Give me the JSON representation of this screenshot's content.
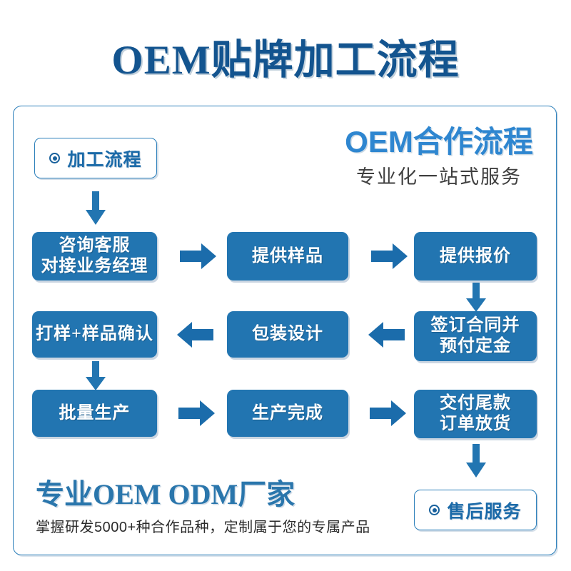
{
  "page": {
    "title": "OEM贴牌加工流程",
    "accent_blue": "#2275b1",
    "title_blue": "#13548f",
    "bright_blue": "#2e86d0"
  },
  "header": {
    "oem_title": "OEM合作流程",
    "oem_subtitle": "专业化一站式服务"
  },
  "pills": {
    "start": {
      "label": "加工流程",
      "icon": "radio-dot-icon"
    },
    "end": {
      "label": "售后服务",
      "icon": "radio-dot-icon"
    }
  },
  "flow": {
    "nodes": [
      {
        "id": "n1",
        "label": "咨询客服\n对接业务经理"
      },
      {
        "id": "n2",
        "label": "提供样品"
      },
      {
        "id": "n3",
        "label": "提供报价"
      },
      {
        "id": "n4",
        "label": "打样+样品确认"
      },
      {
        "id": "n5",
        "label": "包装设计"
      },
      {
        "id": "n6",
        "label": "签订合同并\n预付定金"
      },
      {
        "id": "n7",
        "label": "批量生产"
      },
      {
        "id": "n8",
        "label": "生产完成"
      },
      {
        "id": "n9",
        "label": "交付尾款\n订单放货"
      }
    ],
    "arrows": [
      {
        "id": "a0",
        "dir": "down",
        "from": "start",
        "to": "n1"
      },
      {
        "id": "a1",
        "dir": "right",
        "from": "n1",
        "to": "n2"
      },
      {
        "id": "a2",
        "dir": "right",
        "from": "n2",
        "to": "n3"
      },
      {
        "id": "a3",
        "dir": "down",
        "from": "n3",
        "to": "n6"
      },
      {
        "id": "a4",
        "dir": "left",
        "from": "n6",
        "to": "n5"
      },
      {
        "id": "a5",
        "dir": "left",
        "from": "n5",
        "to": "n4"
      },
      {
        "id": "a6",
        "dir": "down",
        "from": "n4",
        "to": "n7"
      },
      {
        "id": "a7",
        "dir": "right",
        "from": "n7",
        "to": "n8"
      },
      {
        "id": "a8",
        "dir": "right",
        "from": "n8",
        "to": "n9"
      },
      {
        "id": "a9",
        "dir": "down",
        "from": "n9",
        "to": "end"
      }
    ]
  },
  "footer": {
    "headline": "专业OEM ODM厂家",
    "tagline": "掌握研发5000+种合作品种，定制属于您的专属产品"
  }
}
